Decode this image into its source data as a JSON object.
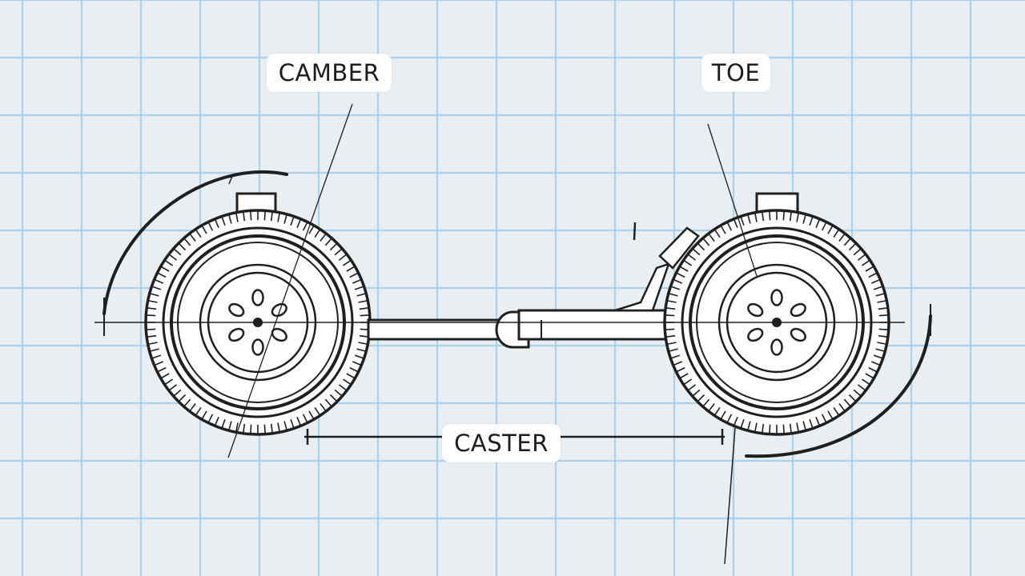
{
  "labels": {
    "camber": "CAMBER",
    "toe": "TOE",
    "caster": "CASTER"
  },
  "colors": {
    "paper": "#e8eef1",
    "grid": "#a9d3ea",
    "ink": "#1f1f1f",
    "wheel_fill": "#ffffff"
  },
  "icons": [
    "left-wheel",
    "right-wheel",
    "axle",
    "camber-arc",
    "toe-arc",
    "caster-dimension-line"
  ]
}
